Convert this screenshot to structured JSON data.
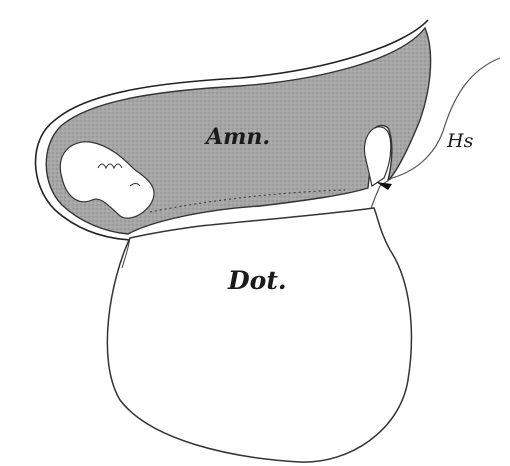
{
  "figure": {
    "labels": {
      "amnion": "Amn.",
      "yolk_sac": "Dot.",
      "body_stalk": "Hs"
    },
    "colors": {
      "background": "#ffffff",
      "ink": "#1a1a1a",
      "amnion_fill": "#a6a6a6",
      "yolk_sac_fill": "#ffffff"
    }
  }
}
